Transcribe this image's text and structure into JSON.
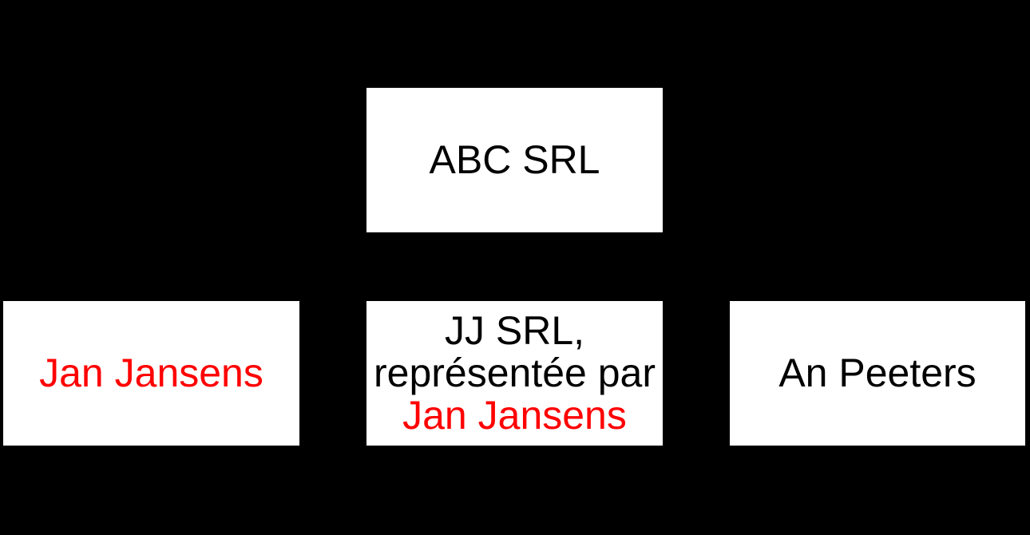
{
  "diagram": {
    "type": "org-chart",
    "background": "#000000",
    "colors": {
      "box_bg": "#ffffff",
      "text_default": "#000000",
      "text_highlight": "#ff0000"
    },
    "nodes": [
      {
        "id": "abc-srl",
        "lines": [
          {
            "text": "ABC SRL",
            "color": "#000000"
          }
        ]
      },
      {
        "id": "jan-jansens",
        "lines": [
          {
            "text": "Jan Jansens",
            "color": "#ff0000"
          }
        ]
      },
      {
        "id": "jj-srl",
        "lines": [
          {
            "text": "JJ SRL,",
            "color": "#000000"
          },
          {
            "text": "représentée par",
            "color": "#000000"
          },
          {
            "text": "Jan Jansens",
            "color": "#ff0000"
          }
        ]
      },
      {
        "id": "an-peeters",
        "lines": [
          {
            "text": "An Peeters",
            "color": "#000000"
          }
        ]
      }
    ]
  }
}
